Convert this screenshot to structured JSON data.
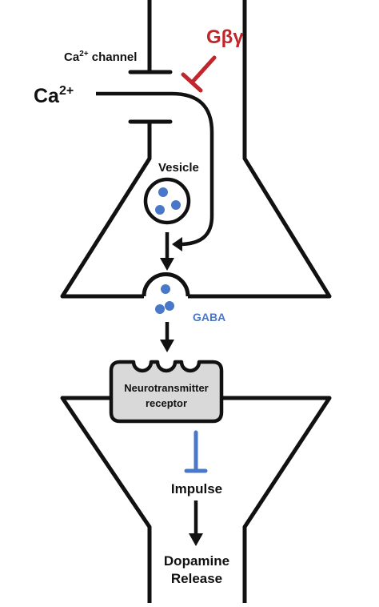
{
  "labels": {
    "channel_label": "Ca",
    "channel_label_sup": "2+",
    "channel_label_rest": " channel",
    "ion_label": "Ca",
    "ion_label_sup": "2+",
    "inhibitor_label": "Gβγ",
    "vesicle_label": "Vesicle",
    "neurotransmitter_label": "GABA",
    "receptor_line1": "Neurotransmitter",
    "receptor_line2": "receptor",
    "impulse_label": "Impulse",
    "release_line1": "Dopamine",
    "release_line2": "Release"
  },
  "colors": {
    "stroke": "#111111",
    "inhibitor_red": "#c0262b",
    "gaba_blue": "#4a78c8",
    "receptor_fill": "#d9d9d9",
    "background": "#ffffff"
  }
}
